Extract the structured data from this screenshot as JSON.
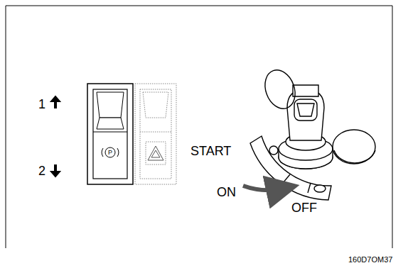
{
  "diagram": {
    "labels": [
      "1",
      "2",
      "START",
      "ON",
      "OFF",
      "160D7OM37",
      "P"
    ]
  }
}
